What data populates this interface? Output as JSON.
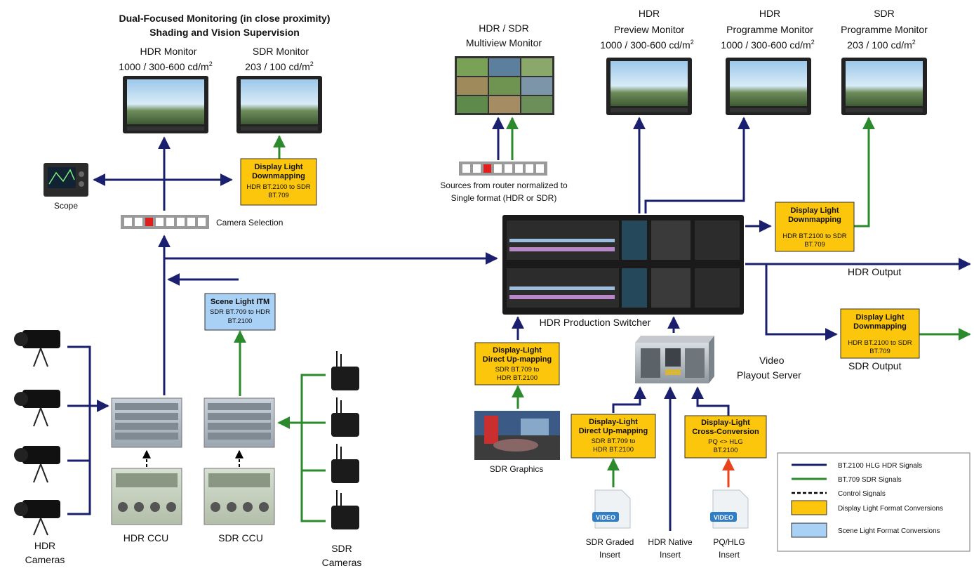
{
  "colors": {
    "hdr_signal": "#1a1f6e",
    "sdr_signal": "#2b8a2b",
    "control_signal": "#000000",
    "display_light_box": "#fcc60d",
    "scene_light_box": "#a9d0f5",
    "pq_signal": "#e8431b"
  },
  "header": {
    "title_line1": "Dual-Focused Monitoring (in close proximity)",
    "title_line2": "Shading and Vision Supervision"
  },
  "monitors": {
    "hdr_monitor": {
      "line1": "HDR Monitor",
      "line2": "1000 / 300-600 cd/m",
      "sup": "2"
    },
    "sdr_monitor": {
      "line1": "SDR Monitor",
      "line2": "203 / 100 cd/m",
      "sup": "2"
    },
    "multiview": {
      "line1": "HDR / SDR",
      "line2": "Multiview Monitor"
    },
    "preview": {
      "line1": "HDR",
      "line2": "Preview Monitor",
      "line3": "1000 / 300-600 cd/m",
      "sup": "2"
    },
    "hdr_programme": {
      "line1": "HDR",
      "line2": "Programme Monitor",
      "line3": "1000 / 300-600 cd/m",
      "sup": "2"
    },
    "sdr_programme": {
      "line1": "SDR",
      "line2": "Programme Monitor",
      "line3": "203 / 100 cd/m",
      "sup": "2"
    }
  },
  "labels": {
    "scope": "Scope",
    "camera_selection": "Camera Selection",
    "router_line1": "Sources from router normalized to",
    "router_line2": "Single format (HDR or SDR)",
    "switcher": "HDR Production Switcher",
    "hdr_output": "HDR Output",
    "sdr_output": "SDR Output",
    "playout_line1": "Video",
    "playout_line2": "Playout Server",
    "sdr_graphics": "SDR Graphics",
    "hdr_ccu": "HDR CCU",
    "sdr_ccu": "SDR CCU",
    "hdr_cameras_line1": "HDR",
    "hdr_cameras_line2": "Cameras",
    "sdr_cameras_line1": "SDR",
    "sdr_cameras_line2": "Cameras",
    "sdr_graded_line1": "SDR Graded",
    "sdr_graded_line2": "Insert",
    "hdr_native_line1": "HDR Native",
    "hdr_native_line2": "Insert",
    "pqhlg_line1": "PQ/HLG",
    "pqhlg_line2": "Insert",
    "video_tag": "VIDEO"
  },
  "boxes": {
    "downmap_left": {
      "title1": "Display Light",
      "title2": "Downmapping",
      "sub1": "HDR BT.2100 to SDR",
      "sub2": "BT.709"
    },
    "downmap_right": {
      "title1": "Display Light",
      "title2": "Downmapping",
      "sub1": "HDR BT.2100 to SDR",
      "sub2": "BT.709"
    },
    "downmap_output": {
      "title1": "Display Light",
      "title2": "Downmapping",
      "sub1": "HDR BT.2100 to SDR",
      "sub2": "BT.709"
    },
    "scene_itm": {
      "title1": "Scene Light ITM",
      "sub1": "SDR BT.709 to HDR",
      "sub2": "BT.2100"
    },
    "upmap_graphics": {
      "title1": "Display-Light",
      "title2": "Direct Up-mapping",
      "sub1": "SDR BT.709 to",
      "sub2": "HDR BT.2100"
    },
    "upmap_insert": {
      "title1": "Display-Light",
      "title2": "Direct Up-mapping",
      "sub1": "SDR BT.709 to",
      "sub2": "HDR BT.2100"
    },
    "cross_conv": {
      "title1": "Display-Light",
      "title2": "Cross-Conversion",
      "sub1": "PQ <> HLG",
      "sub2": "BT.2100"
    }
  },
  "legend": {
    "items": [
      {
        "label": "BT.2100 HLG HDR Signals"
      },
      {
        "label": "BT.709 SDR Signals"
      },
      {
        "label": "Control Signals"
      },
      {
        "label": "Display Light Format Conversions"
      },
      {
        "label": "Scene Light Format Conversions"
      }
    ]
  }
}
